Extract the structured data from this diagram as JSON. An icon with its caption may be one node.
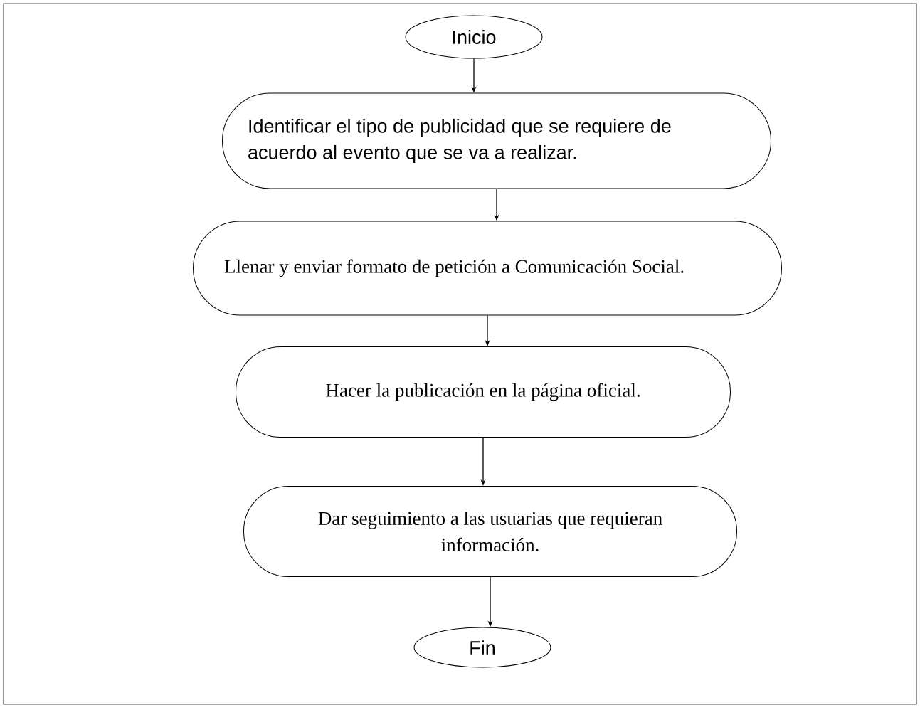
{
  "diagram": {
    "nodes": [
      {
        "text": [
          "Inicio"
        ]
      },
      {
        "text": [
          "Identificar el tipo de publicidad que se requiere de acuerdo al evento que se va a realizar."
        ]
      },
      {
        "text": [
          "Llenar y enviar formato de petición a Comunicación Social."
        ]
      },
      {
        "text": [
          "Hacer la publicación en la página oficial."
        ]
      },
      {
        "text": [
          "Dar seguimiento a las usuarias que requieran información."
        ]
      },
      {
        "text": [
          "Fin"
        ]
      }
    ],
    "edges": [
      {
        "from": 0,
        "to": 1,
        "arrow": "to"
      },
      {
        "from": 1,
        "to": 2,
        "arrow": "to"
      },
      {
        "from": 2,
        "to": 3,
        "arrow": "to"
      },
      {
        "from": 3,
        "to": 4,
        "arrow": "to"
      },
      {
        "from": 4,
        "to": 5,
        "arrow": "to"
      }
    ]
  }
}
